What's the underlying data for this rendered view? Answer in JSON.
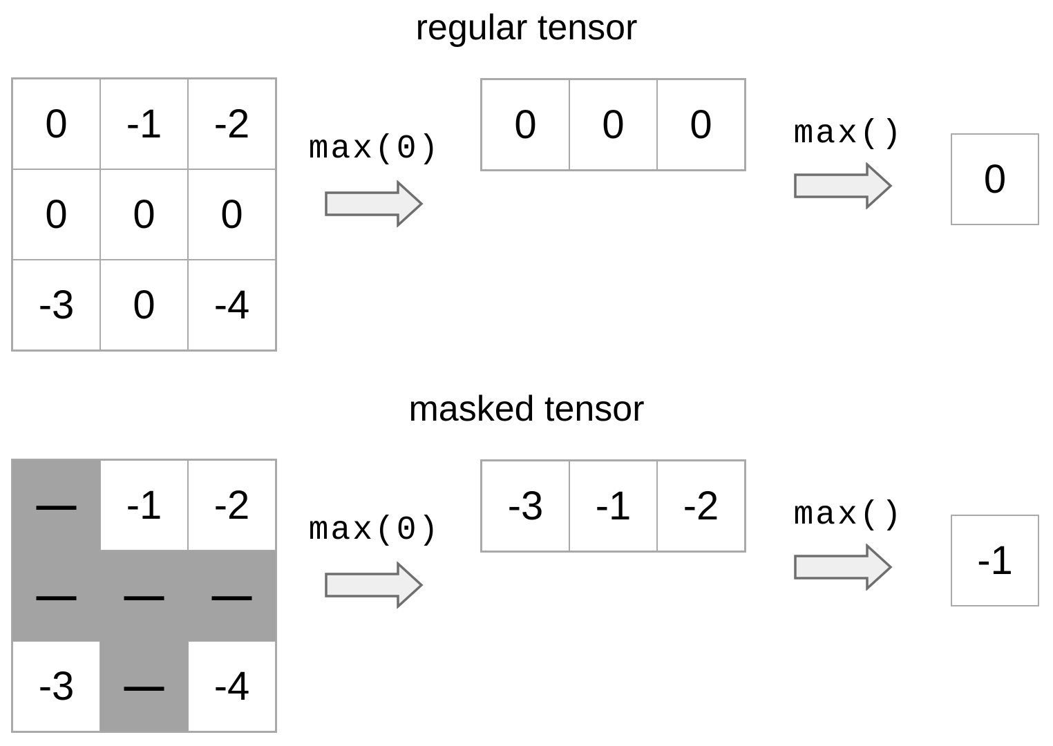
{
  "colors": {
    "mask": "#a3a3a3",
    "border": "#a9a9a9",
    "arrow_fill": "#efefef",
    "arrow_stroke": "#6e6e6e",
    "text": "#000000",
    "bg": "#ffffff"
  },
  "sections": [
    {
      "title": "regular tensor",
      "matrix": {
        "rows": [
          [
            {
              "value": "0",
              "masked": false
            },
            {
              "value": "-1",
              "masked": false
            },
            {
              "value": "-2",
              "masked": false
            }
          ],
          [
            {
              "value": "0",
              "masked": false
            },
            {
              "value": "0",
              "masked": false
            },
            {
              "value": "0",
              "masked": false
            }
          ],
          [
            {
              "value": "-3",
              "masked": false
            },
            {
              "value": "0",
              "masked": false
            },
            {
              "value": "-4",
              "masked": false
            }
          ]
        ]
      },
      "reduce_dim_label": "max(0)",
      "row_result": [
        "0",
        "0",
        "0"
      ],
      "reduce_all_label": "max()",
      "scalar_result": "0"
    },
    {
      "title": "masked tensor",
      "matrix": {
        "rows": [
          [
            {
              "value": "—",
              "masked": true
            },
            {
              "value": "-1",
              "masked": false
            },
            {
              "value": "-2",
              "masked": false
            }
          ],
          [
            {
              "value": "—",
              "masked": true
            },
            {
              "value": "—",
              "masked": true
            },
            {
              "value": "—",
              "masked": true
            }
          ],
          [
            {
              "value": "-3",
              "masked": false
            },
            {
              "value": "—",
              "masked": true
            },
            {
              "value": "-4",
              "masked": false
            }
          ]
        ]
      },
      "reduce_dim_label": "max(0)",
      "row_result": [
        "-3",
        "-1",
        "-2"
      ],
      "reduce_all_label": "max()",
      "scalar_result": "-1"
    }
  ]
}
